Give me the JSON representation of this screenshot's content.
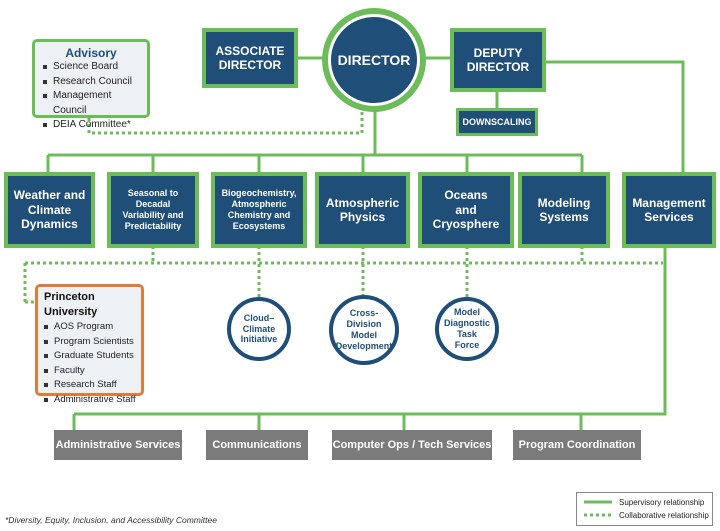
{
  "director": "DIRECTOR",
  "associate_director": "ASSOCIATE DIRECTOR",
  "deputy_director": "DEPUTY DIRECTOR",
  "downscaling": "DOWNSCALING",
  "advisory": {
    "title": "Advisory",
    "items": [
      "Science Board",
      "Research Council",
      "Management Council",
      "DEIA Committee*"
    ]
  },
  "divisions": [
    "Weather and Climate Dynamics",
    "Seasonal to Decadal Variability and Predictability",
    "Biogeochemistry, Atmospheric Chemistry and Ecosystems",
    "Atmospheric Physics",
    "Oceans and Cryosphere",
    "Modeling Systems",
    "Management Services"
  ],
  "princeton": {
    "title": "Princeton University",
    "items": [
      "AOS Program",
      "Program Scientists",
      "Graduate Students",
      "Faculty",
      "Research Staff",
      "Administrative Staff"
    ]
  },
  "initiatives": [
    "Cloud–Climate Initiative",
    "Cross-Division Model Development",
    "Model Diagnostic Task Force"
  ],
  "services": [
    "Administrative Services",
    "Communications",
    "Computer Ops / Tech Services",
    "Program Coordination"
  ],
  "legend": {
    "supervisory": "Supervisory relationship",
    "collaborative": "Collaborative relationship"
  },
  "footnote": "*Diversity, Equity, Inclusion, and Accessibility Committee",
  "colors": {
    "navy": "#1f4e79",
    "green": "#6cbd5a",
    "gray": "#7b7b7b",
    "orange": "#e07b39"
  }
}
